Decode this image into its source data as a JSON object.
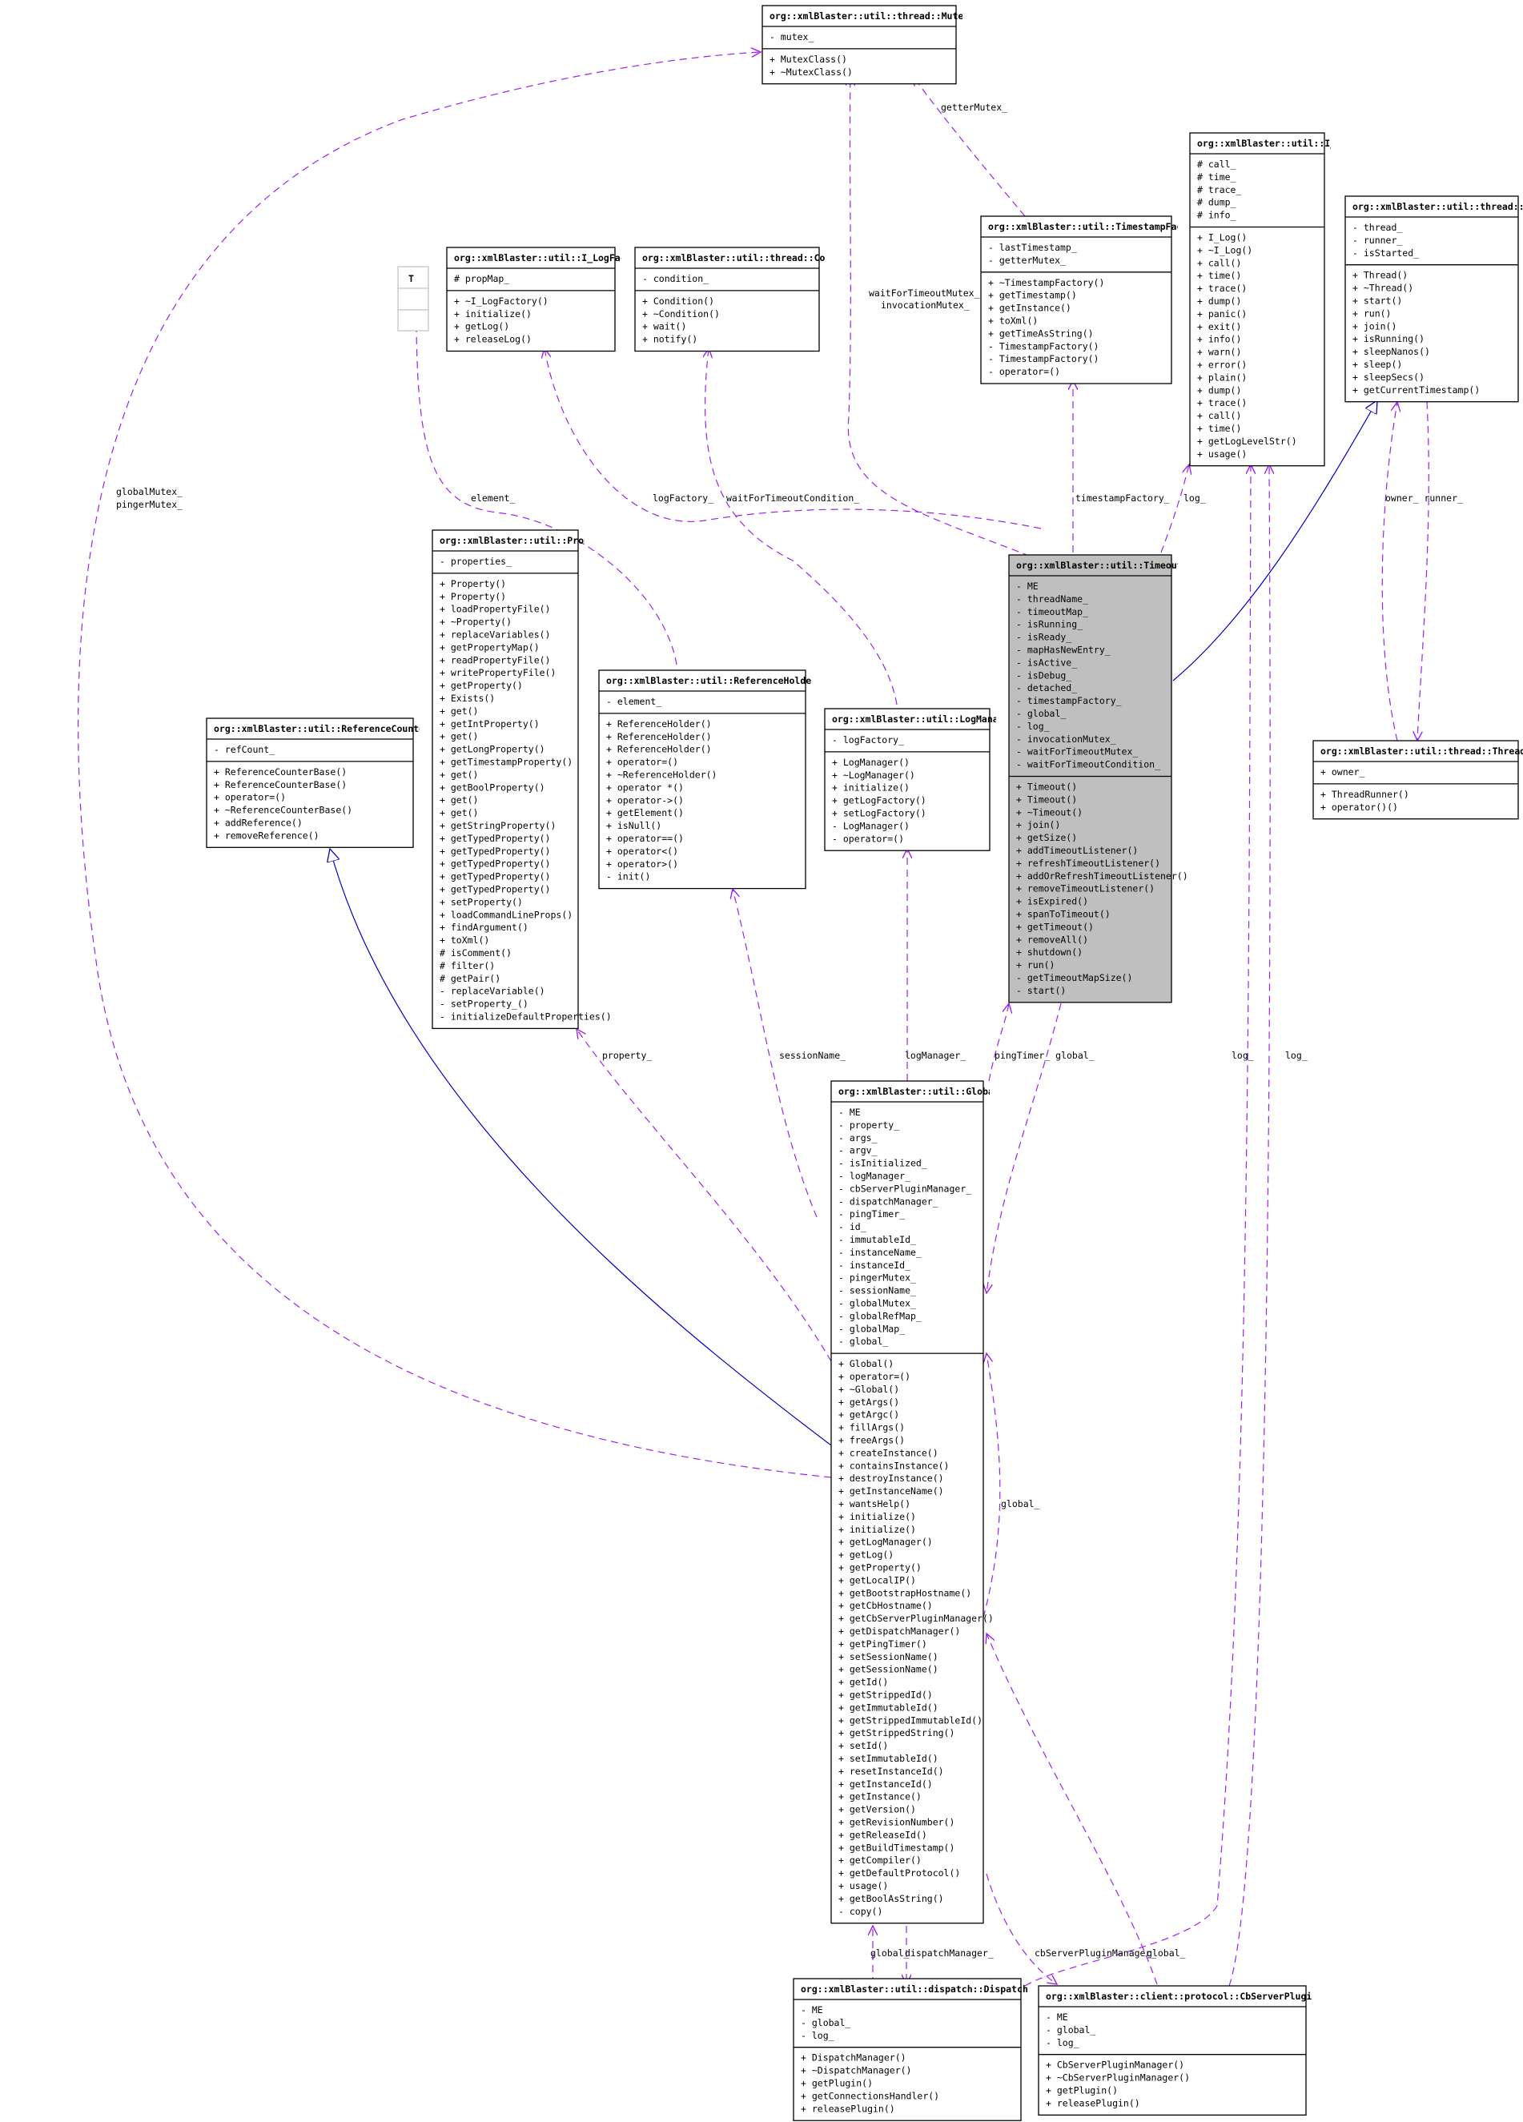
{
  "classes": {
    "mutex": {
      "name": "org::xmlBlaster::util::thread::MutexClass",
      "attributes": [
        "- mutex_"
      ],
      "methods": [
        "+ MutexClass()",
        "+ ~MutexClass()"
      ]
    },
    "ilog": {
      "name": "org::xmlBlaster::util::I_Log",
      "attributes": [
        "# call_",
        "# time_",
        "# trace_",
        "# dump_",
        "# info_"
      ],
      "methods": [
        "+ I_Log()",
        "+ ~I_Log()",
        "+ call()",
        "+ time()",
        "+ trace()",
        "+ dump()",
        "+ panic()",
        "+ exit()",
        "+ info()",
        "+ warn()",
        "+ error()",
        "+ plain()",
        "+ dump()",
        "+ trace()",
        "+ call()",
        "+ time()",
        "+ getLogLevelStr()",
        "+ usage()"
      ]
    },
    "thread": {
      "name": "org::xmlBlaster::util::thread::Thread",
      "attributes": [
        "- thread_",
        "- runner_",
        "- isStarted_"
      ],
      "methods": [
        "+ Thread()",
        "+ ~Thread()",
        "+ start()",
        "+ run()",
        "+ join()",
        "+ isRunning()",
        "+ sleepNanos()",
        "+ sleep()",
        "+ sleepSecs()",
        "+ getCurrentTimestamp()"
      ]
    },
    "tsfactory": {
      "name": "org::xmlBlaster::util::TimestampFactory",
      "attributes": [
        "- lastTimestamp_",
        "- getterMutex_"
      ],
      "methods": [
        "+ ~TimestampFactory()",
        "+ getTimestamp()",
        "+ getInstance()",
        "+ toXml()",
        "+ getTimeAsString()",
        "- TimestampFactory()",
        "- TimestampFactory()",
        "- operator=()"
      ]
    },
    "ilogfactory": {
      "name": "org::xmlBlaster::util::I_LogFactory",
      "attributes": [
        "# propMap_"
      ],
      "methods": [
        "+ ~I_LogFactory()",
        "+ initialize()",
        "+ getLog()",
        "+ releaseLog()"
      ]
    },
    "condition": {
      "name": "org::xmlBlaster::util::thread::Condition",
      "attributes": [
        "- condition_"
      ],
      "methods": [
        "+ Condition()",
        "+ ~Condition()",
        "+ wait()",
        "+ notify()"
      ]
    },
    "property": {
      "name": "org::xmlBlaster::util::Property",
      "attributes": [
        "- properties_"
      ],
      "methods": [
        "+ Property()",
        "+ Property()",
        "+ loadPropertyFile()",
        "+ ~Property()",
        "+ replaceVariables()",
        "+ getPropertyMap()",
        "+ readPropertyFile()",
        "+ writePropertyFile()",
        "+ getProperty()",
        "+ Exists()",
        "+ get()",
        "+ getIntProperty()",
        "+ get()",
        "+ getLongProperty()",
        "+ getTimestampProperty()",
        "+ get()",
        "+ getBoolProperty()",
        "+ get()",
        "+ get()",
        "+ getStringProperty()",
        "+ getTypedProperty()",
        "+ getTypedProperty()",
        "+ getTypedProperty()",
        "+ getTypedProperty()",
        "+ getTypedProperty()",
        "+ setProperty()",
        "+ loadCommandLineProps()",
        "+ findArgument()",
        "+ toXml()",
        "# isComment()",
        "# filter()",
        "# getPair()",
        "- replaceVariable()",
        "- setProperty_()",
        "- initializeDefaultProperties()"
      ]
    },
    "timeout": {
      "name": "org::xmlBlaster::util::Timeout",
      "attributes": [
        "- ME",
        "- threadName_",
        "- timeoutMap_",
        "- isRunning_",
        "- isReady_",
        "- mapHasNewEntry_",
        "- isActive_",
        "- isDebug_",
        "- detached_",
        "- timestampFactory_",
        "- global_",
        "- log_",
        "- invocationMutex_",
        "- waitForTimeoutMutex_",
        "- waitForTimeoutCondition_"
      ],
      "methods": [
        "+ Timeout()",
        "+ Timeout()",
        "+ ~Timeout()",
        "+ join()",
        "+ getSize()",
        "+ addTimeoutListener()",
        "+ refreshTimeoutListener()",
        "+ addOrRefreshTimeoutListener()",
        "+ removeTimeoutListener()",
        "+ isExpired()",
        "+ spanToTimeout()",
        "+ getTimeout()",
        "+ removeAll()",
        "+ shutdown()",
        "+ run()",
        "- getTimeoutMapSize()",
        "- start()"
      ]
    },
    "refholder": {
      "name": "org::xmlBlaster::util::ReferenceHolder< T >",
      "attributes": [
        "- element_"
      ],
      "methods": [
        "+ ReferenceHolder()",
        "+ ReferenceHolder()",
        "+ ReferenceHolder()",
        "+ operator=()",
        "+ ~ReferenceHolder()",
        "+ operator *()",
        "+ operator->()",
        "+ getElement()",
        "+ isNull()",
        "+ operator==()",
        "+ operator<()",
        "+ operator>()",
        "- init()"
      ]
    },
    "logmanager": {
      "name": "org::xmlBlaster::util::LogManager",
      "attributes": [
        "- logFactory_"
      ],
      "methods": [
        "+ LogManager()",
        "+ ~LogManager()",
        "+ initialize()",
        "+ getLogFactory()",
        "+ setLogFactory()",
        "- LogManager()",
        "- operator=()"
      ]
    },
    "refcounter": {
      "name": "org::xmlBlaster::util::ReferenceCounterBase",
      "attributes": [
        "- refCount_"
      ],
      "methods": [
        "+ ReferenceCounterBase()",
        "+ ReferenceCounterBase()",
        "+ operator=()",
        "+ ~ReferenceCounterBase()",
        "+ addReference()",
        "+ removeReference()"
      ]
    },
    "threadrunner": {
      "name": "org::xmlBlaster::util::thread::ThreadRunner",
      "attributes": [
        "+ owner_"
      ],
      "methods": [
        "+ ThreadRunner()",
        "+ operator()()"
      ]
    },
    "global": {
      "name": "org::xmlBlaster::util::Global",
      "attributes": [
        "- ME",
        "- property_",
        "- args_",
        "- argv_",
        "- isInitialized_",
        "- logManager_",
        "- cbServerPluginManager_",
        "- dispatchManager_",
        "- pingTimer_",
        "- id_",
        "- immutableId_",
        "- instanceName_",
        "- instanceId_",
        "- pingerMutex_",
        "- sessionName_",
        "- globalMutex_",
        "- globalRefMap_",
        "- globalMap_",
        "- global_"
      ],
      "methods": [
        "+ Global()",
        "+ operator=()",
        "+ ~Global()",
        "+ getArgs()",
        "+ getArgc()",
        "+ fillArgs()",
        "+ freeArgs()",
        "+ createInstance()",
        "+ containsInstance()",
        "+ destroyInstance()",
        "+ getInstanceName()",
        "+ wantsHelp()",
        "+ initialize()",
        "+ initialize()",
        "+ getLogManager()",
        "+ getLog()",
        "+ getProperty()",
        "+ getLocalIP()",
        "+ getBootstrapHostname()",
        "+ getCbHostname()",
        "+ getCbServerPluginManager()",
        "+ getDispatchManager()",
        "+ getPingTimer()",
        "+ setSessionName()",
        "+ getSessionName()",
        "+ getId()",
        "+ getStrippedId()",
        "+ getImmutableId()",
        "+ getStrippedImmutableId()",
        "+ getStrippedString()",
        "+ setId()",
        "+ setImmutableId()",
        "+ resetInstanceId()",
        "+ getInstanceId()",
        "+ getInstance()",
        "+ getVersion()",
        "+ getRevisionNumber()",
        "+ getReleaseId()",
        "+ getBuildTimestamp()",
        "+ getCompiler()",
        "+ getDefaultProtocol()",
        "+ usage()",
        "+ getBoolAsString()",
        "- copy()"
      ]
    },
    "dispatch": {
      "name": "org::xmlBlaster::util::dispatch::DispatchManager",
      "attributes": [
        "- ME",
        "- global_",
        "- log_"
      ],
      "methods": [
        "+ DispatchManager()",
        "+ ~DispatchManager()",
        "+ getPlugin()",
        "+ getConnectionsHandler()",
        "+ releasePlugin()"
      ]
    },
    "cbserver": {
      "name": "org::xmlBlaster::client::protocol::CbServerPluginManager",
      "attributes": [
        "- ME",
        "- global_",
        "- log_"
      ],
      "methods": [
        "+ CbServerPluginManager()",
        "+ ~CbServerPluginManager()",
        "+ getPlugin()",
        "+ releasePlugin()"
      ]
    }
  },
  "template_param": "T",
  "edge_labels": {
    "getterMutex": "getterMutex_",
    "waitForTimeoutMutex": "waitForTimeoutMutex_",
    "invocationMutex": "invocationMutex_",
    "globalMutex": "globalMutex_",
    "pingerMutex": "pingerMutex_",
    "element": "element_",
    "logFactory": "logFactory_",
    "waitForTimeoutCondition": "waitForTimeoutCondition_",
    "timestampFactory": "timestampFactory_",
    "log_timeout": "log_",
    "owner_runner": "owner_ runner_",
    "property": "property_",
    "sessionName": "sessionName_",
    "logManager": "logManager_",
    "pingTimer_global": "pingTimer_ global_",
    "log_dispatch": "log_",
    "log_cbserver": "log_",
    "global_timeout": "global_",
    "global_dispatch": "global_",
    "dispatchManager": "dispatchManager_",
    "cbServerPluginManager": "cbServerPluginManager_",
    "global_cbserver": "global_"
  },
  "colors": {
    "dependency": "#a020f0",
    "inheritance": "#0000c8",
    "focus_fill": "#bfbfbf"
  }
}
